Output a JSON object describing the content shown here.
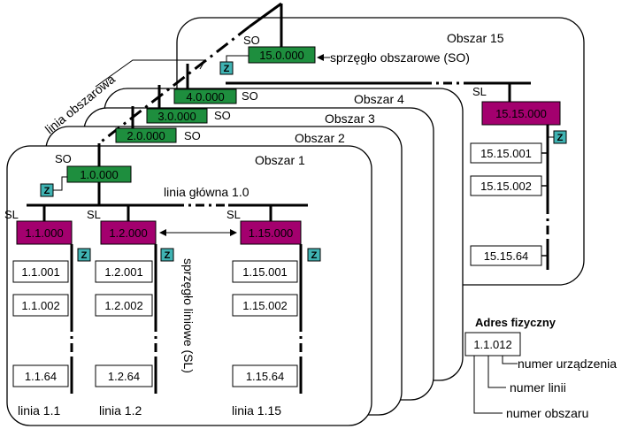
{
  "colors": {
    "area_coupler": "#1e8e3e",
    "line_coupler": "#a3006e",
    "z_module": "#3fb3b3",
    "stroke": "#000000",
    "background": "#ffffff"
  },
  "areas": {
    "a15": "Obszar 15",
    "a4": "Obszar 4",
    "a3": "Obszar 3",
    "a2": "Obszar 2",
    "a1": "Obszar 1"
  },
  "area_couplers": {
    "c15": "15.0.000",
    "c4": "4.0.000",
    "c3": "3.0.000",
    "c2": "2.0.000",
    "c1": "1.0.000"
  },
  "labels": {
    "so": "SO",
    "sl": "SL",
    "z": "Z",
    "area_line": "linia obszarowa",
    "area_coupler_desc": "sprzęgło obszarowe (SO)",
    "main_line": "linia główna 1.0",
    "line_coupler_desc": "sprzęgło liniowe (SL)"
  },
  "line_couplers": {
    "l1": "1.1.000",
    "l2": "1.2.000",
    "l15": "1.15.000",
    "a15": "15.15.000"
  },
  "devices": {
    "l1": [
      "1.1.001",
      "1.1.002",
      "1.1.64"
    ],
    "l2": [
      "1.2.001",
      "1.2.002",
      "1.2.64"
    ],
    "l15": [
      "1.15.001",
      "1.15.002",
      "1.15.64"
    ],
    "a15": [
      "15.15.001",
      "15.15.002",
      "15.15.64"
    ]
  },
  "line_names": {
    "l1": "linia 1.1",
    "l2": "linia 1.2",
    "l15": "linia 1.15"
  },
  "physical_address": {
    "title": "Adres fizyczny",
    "example": "1.1.012",
    "device": "numer urządzenia",
    "line": "numer linii",
    "area": "numer obszaru"
  }
}
